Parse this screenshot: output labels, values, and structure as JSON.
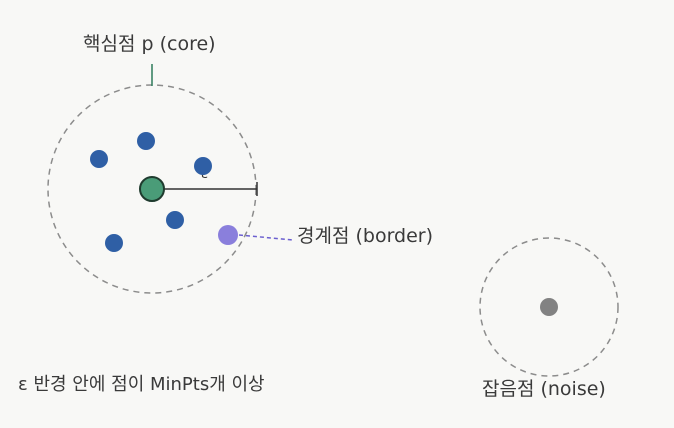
{
  "labels": {
    "core": "핵심점 p (core)",
    "border": "경계점 (border)",
    "noise": "잡음점 (noise)",
    "caption": "ε 반경 안에 점이 MinPts개 이상",
    "epsilon_mark": "ε"
  },
  "colors": {
    "background": "#f8f8f6",
    "neighbor_point": "#2f5fa5",
    "core_point": "#4a9c78",
    "core_outline": "#1f3b2e",
    "border_point": "#8a7fdc",
    "noise_point": "#828282",
    "dashed_circle": "#8c8c8c",
    "leader_core": "#2e7a5a",
    "leader_border": "#6b5fcf",
    "radius_line": "#333333"
  }
}
